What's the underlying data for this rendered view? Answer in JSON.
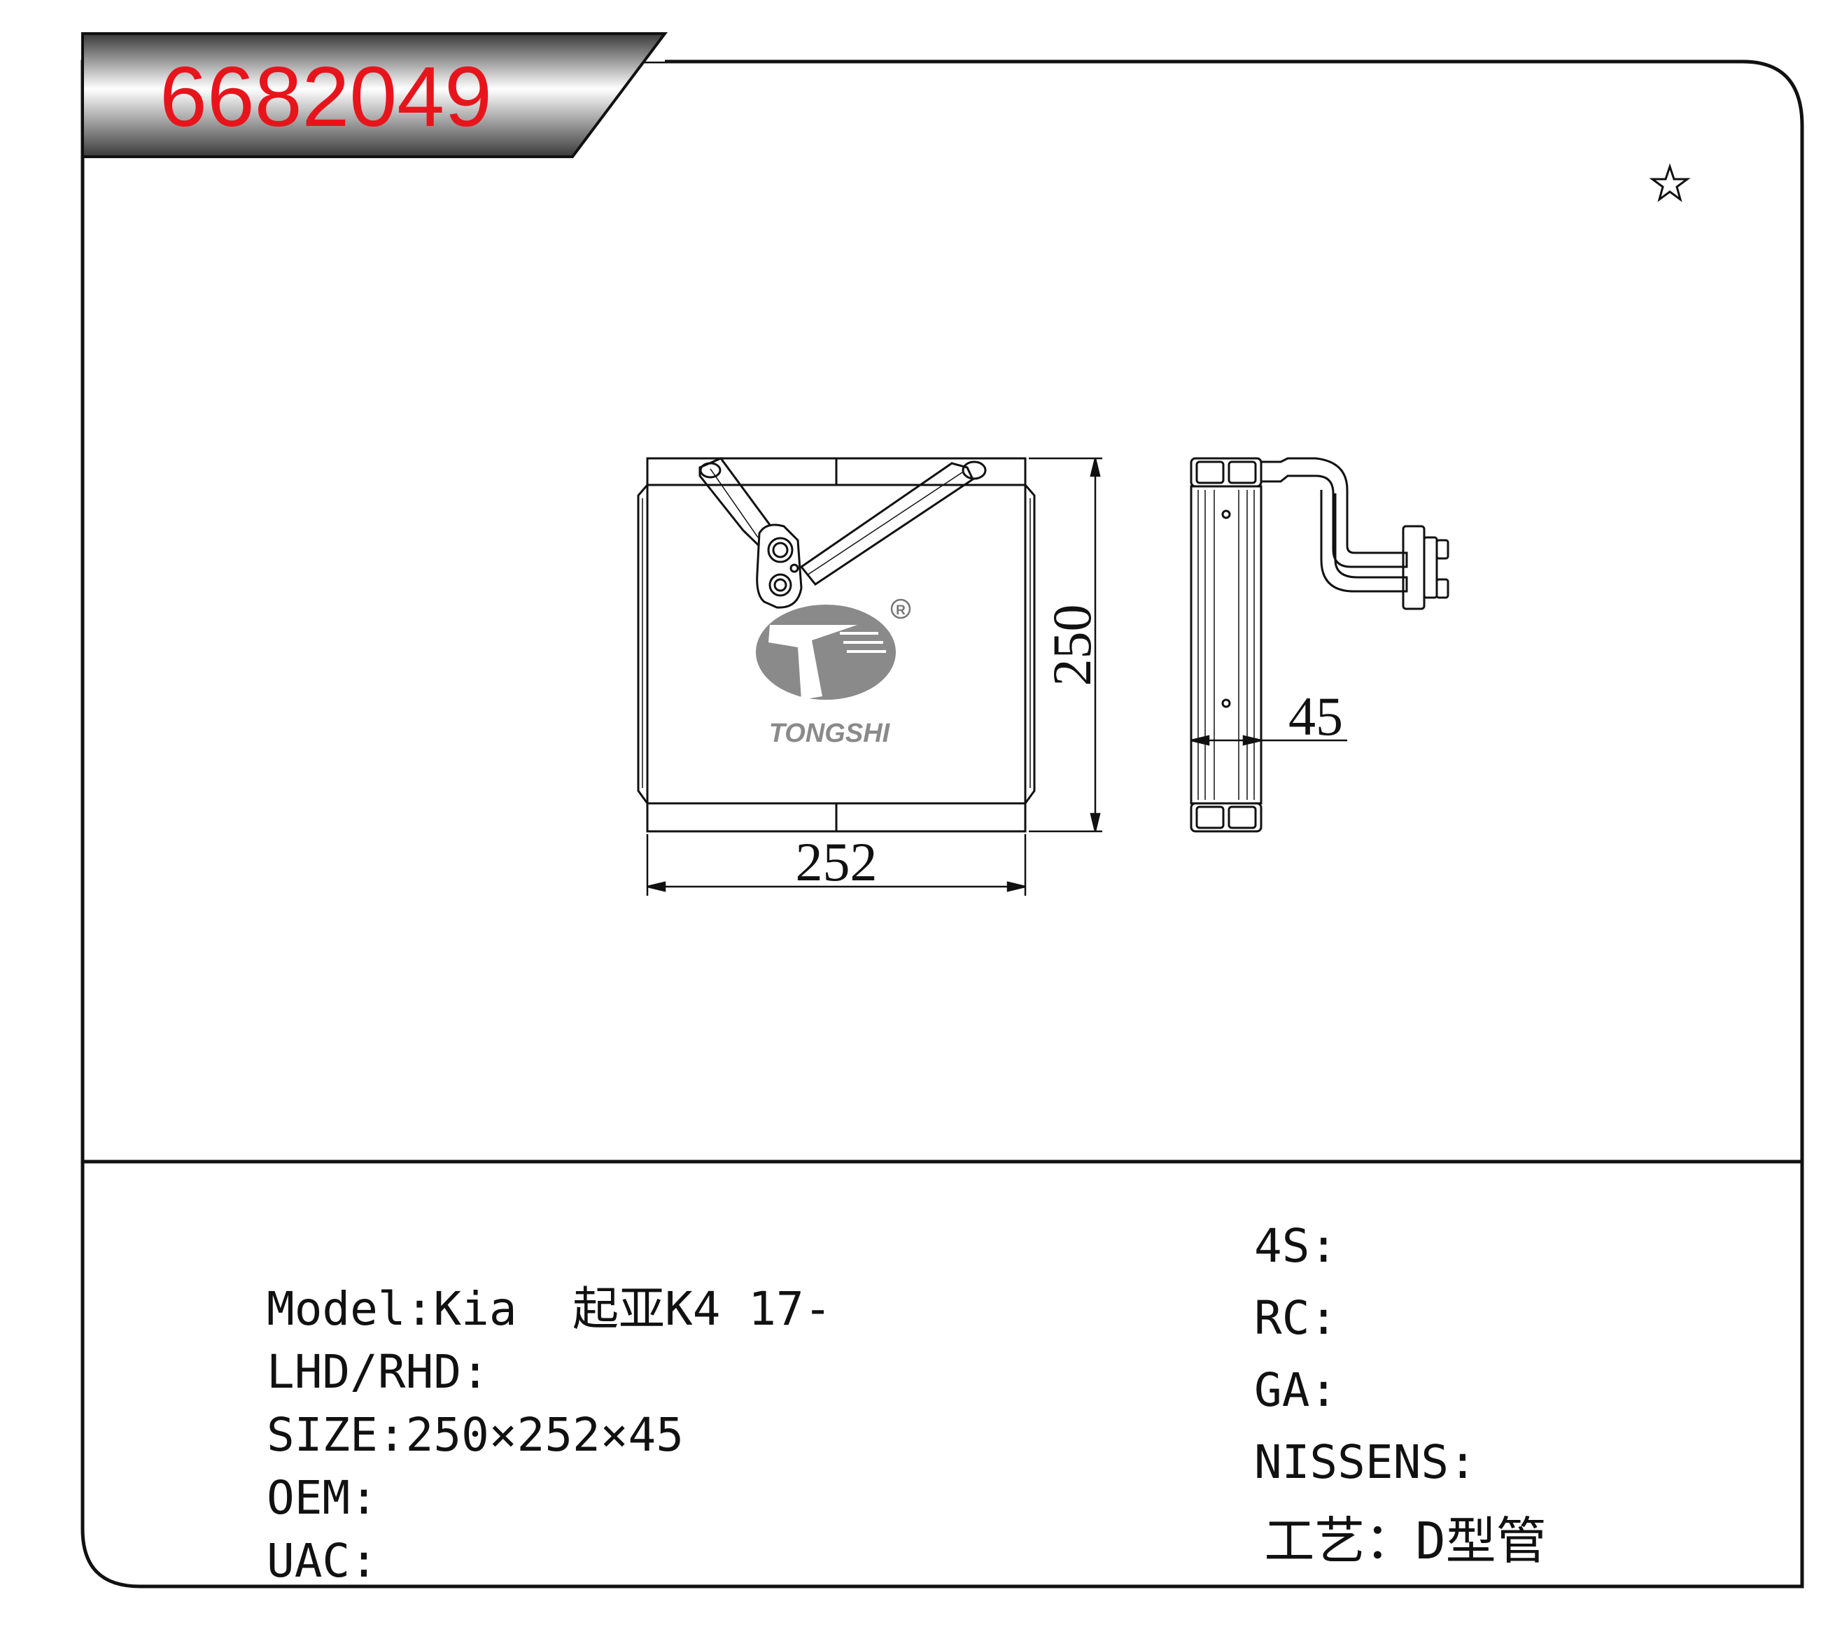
{
  "part_number": "6682049",
  "colors": {
    "part_number": "#e8141c",
    "ink": "#111111",
    "logo_gray": "#8a8a8a"
  },
  "icons": {
    "favorite": "star-outline-icon"
  },
  "drawing": {
    "front_view": {
      "width_label": "252",
      "height_label": "250"
    },
    "side_view": {
      "depth_label": "45"
    },
    "logo": {
      "brand": "TONGSHI",
      "registered_mark": "R"
    }
  },
  "specs_left": [
    {
      "label": "Model:",
      "value": "Kia  起亚K4 17-"
    },
    {
      "label": "LHD/RHD:",
      "value": ""
    },
    {
      "label": "SIZE:",
      "value": "250×252×45"
    },
    {
      "label": "OEM:",
      "value": ""
    },
    {
      "label": "UAC:",
      "value": ""
    }
  ],
  "specs_right": [
    {
      "label": "4S:",
      "value": ""
    },
    {
      "label": "RC:",
      "value": ""
    },
    {
      "label": "GA:",
      "value": ""
    },
    {
      "label": "NISSENS:",
      "value": ""
    },
    {
      "label": "工艺：",
      "value": "D型管"
    }
  ]
}
